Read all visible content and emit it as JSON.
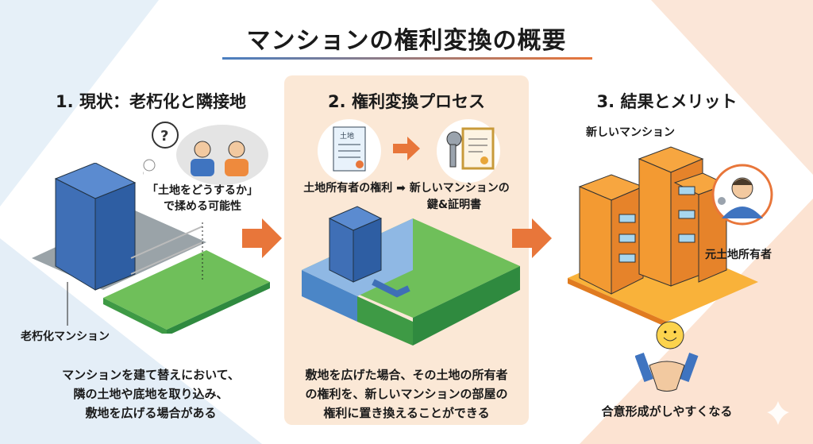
{
  "title": "マンションの権利変換の概要",
  "colors": {
    "accent_blue": "#4a7fc1",
    "accent_orange": "#e8763a",
    "panel_bg": "#fbe8d6",
    "land_green": "#6fbf5a"
  },
  "step1": {
    "heading": "1. 現状：老朽化と隣接地",
    "bubble_icon": "question-mark-icon",
    "quote_line1": "「土地をどうするか」",
    "quote_line2": "で揉める可能性",
    "building_label": "老朽化マンション",
    "description": [
      "マンションを建て替えにおいて、",
      "隣の土地や底地を取り込み、",
      "敷地を広げる場合がある"
    ]
  },
  "step2": {
    "heading": "2. 権利変換プロセス",
    "doc_text": "土地",
    "caption_line1": "土地所有者の権利 ➡ 新しいマンションの",
    "caption_line2": "鍵&証明書",
    "description": [
      "敷地を広げた場合、その土地の所有者",
      "の権利を、新しいマンションの部屋の",
      "権利に置き換えることができる"
    ]
  },
  "step3": {
    "heading": "3. 結果とメリット",
    "building_label": "新しいマンション",
    "owner_label": "元土地所有者",
    "description": "合意形成がしやすくなる"
  }
}
